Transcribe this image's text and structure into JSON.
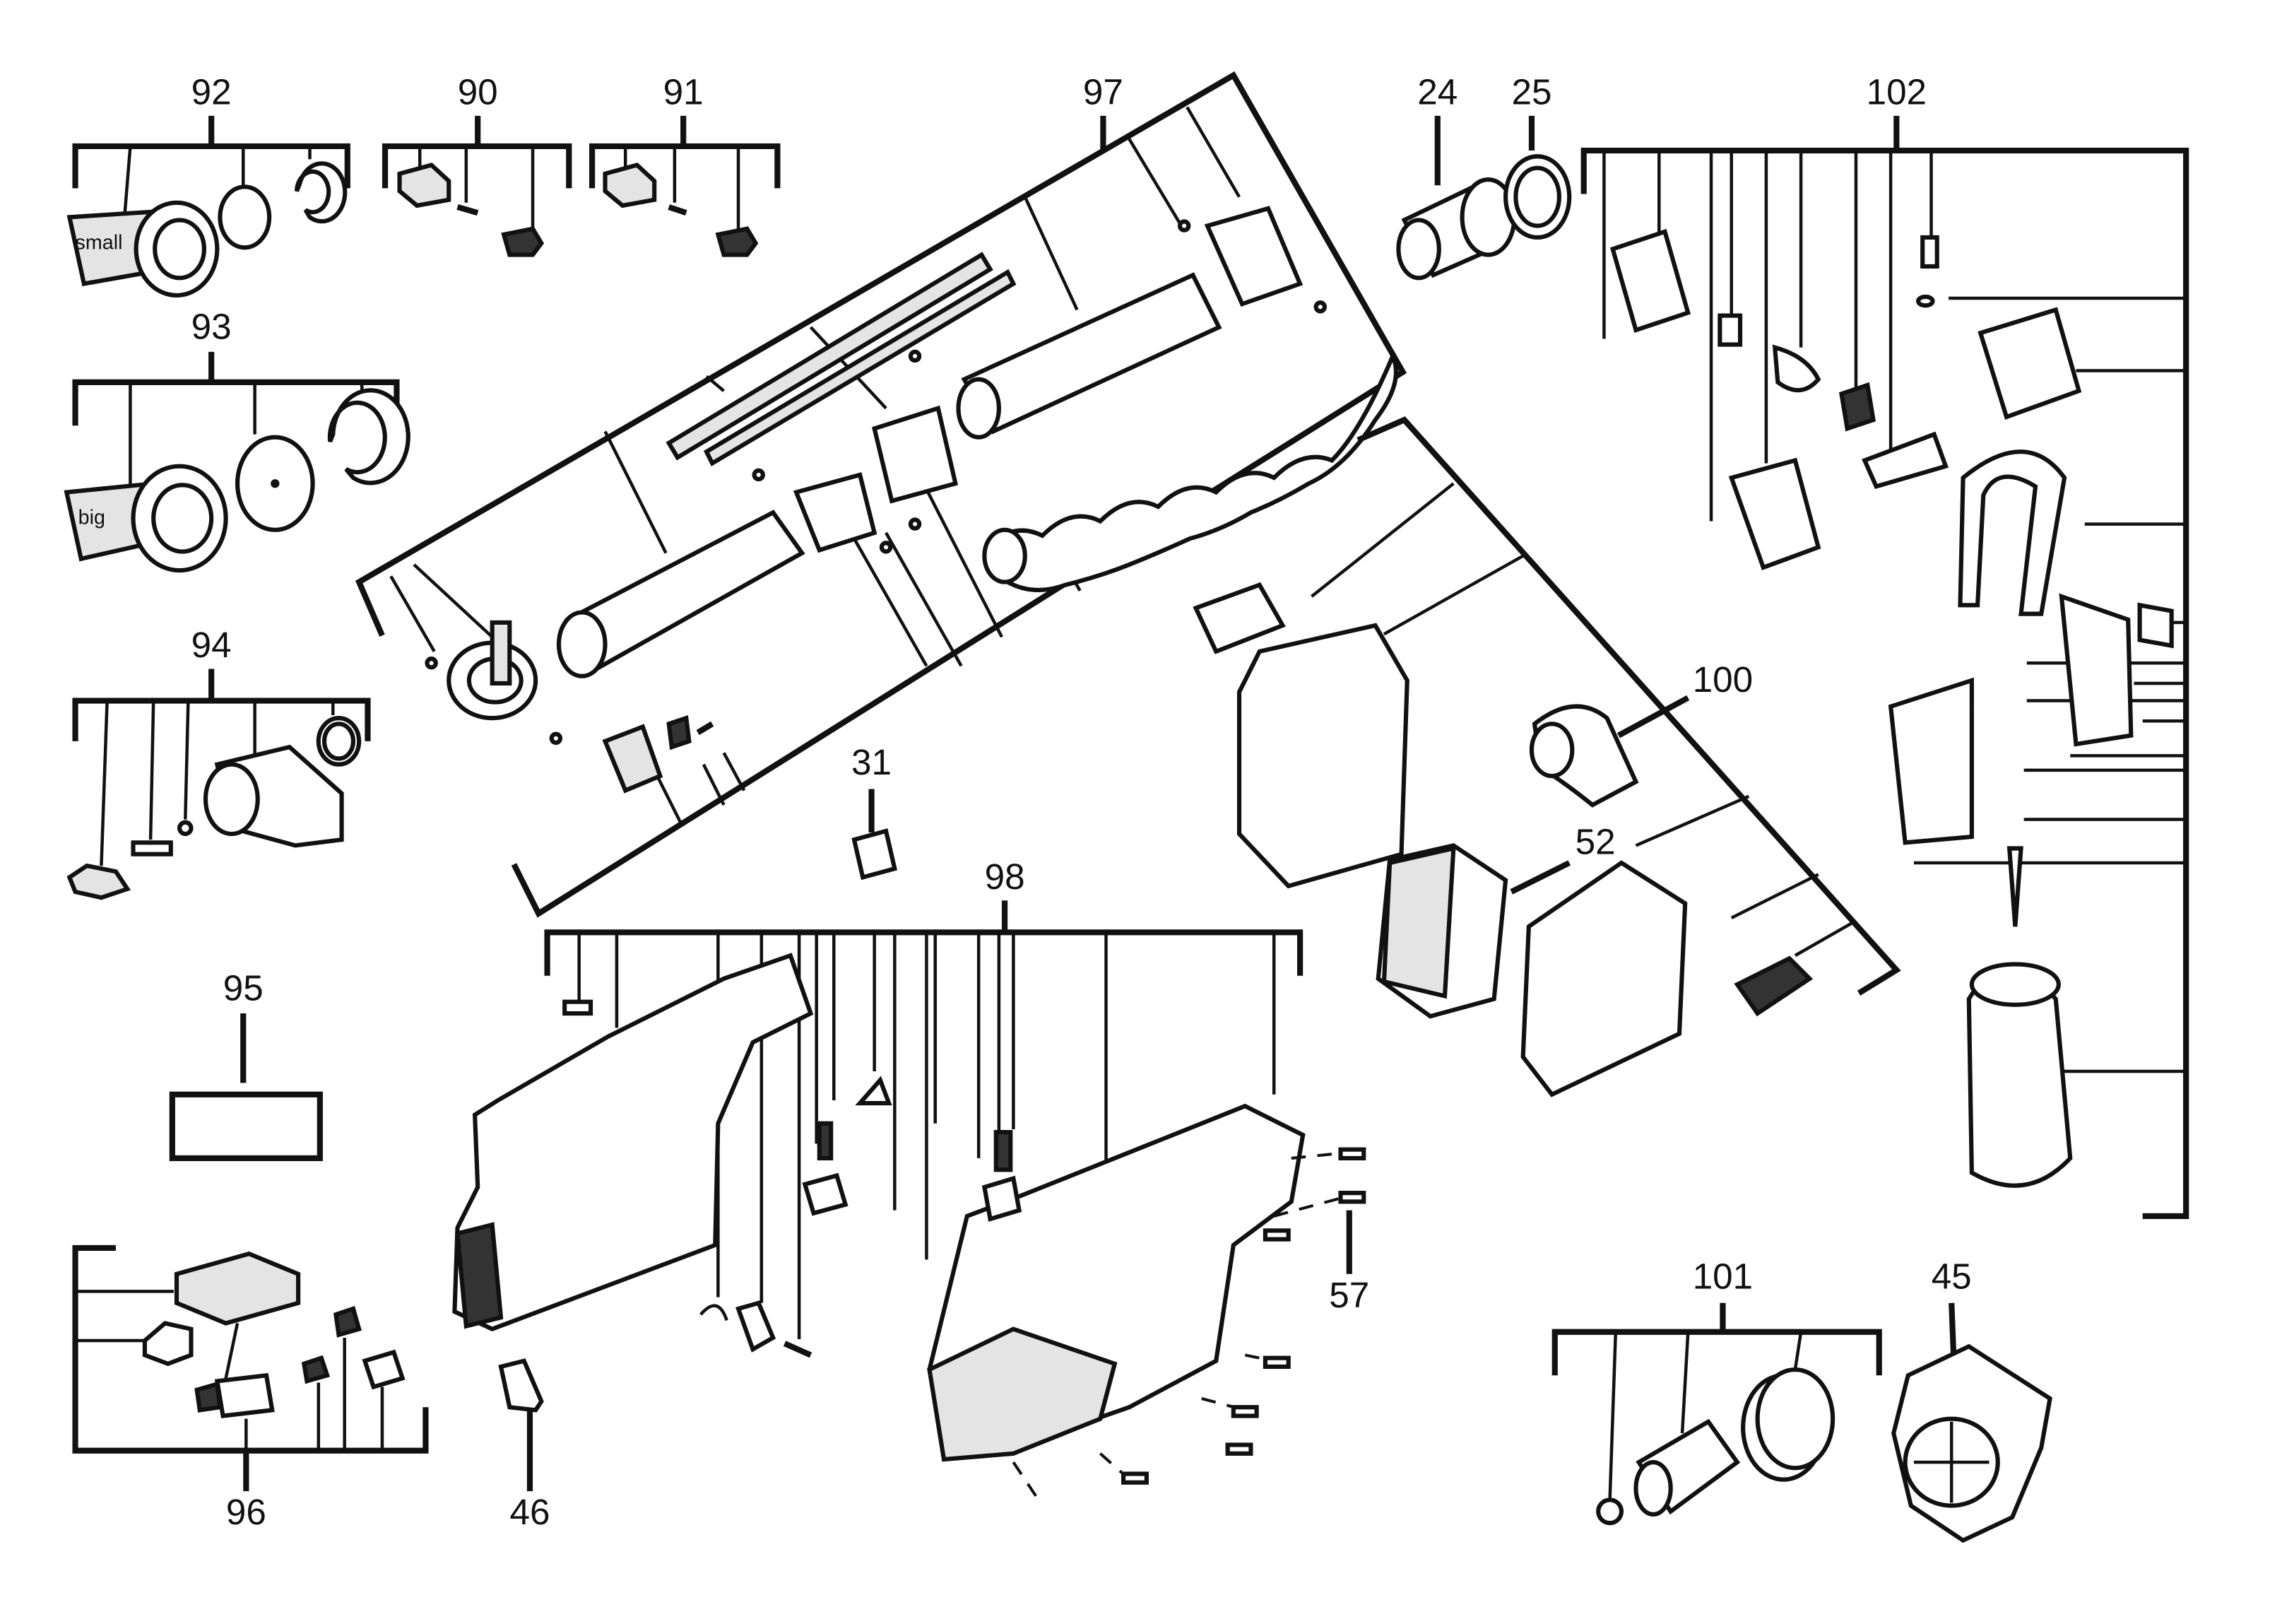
{
  "diagram": {
    "callouts": [
      {
        "id": "92",
        "label": "92"
      },
      {
        "id": "90",
        "label": "90"
      },
      {
        "id": "91",
        "label": "91"
      },
      {
        "id": "97",
        "label": "97"
      },
      {
        "id": "24",
        "label": "24"
      },
      {
        "id": "25",
        "label": "25"
      },
      {
        "id": "102",
        "label": "102"
      },
      {
        "id": "93",
        "label": "93"
      },
      {
        "id": "94",
        "label": "94"
      },
      {
        "id": "100",
        "label": "100"
      },
      {
        "id": "31",
        "label": "31"
      },
      {
        "id": "52",
        "label": "52"
      },
      {
        "id": "98",
        "label": "98"
      },
      {
        "id": "95",
        "label": "95"
      },
      {
        "id": "57",
        "label": "57"
      },
      {
        "id": "101",
        "label": "101"
      },
      {
        "id": "45",
        "label": "45"
      },
      {
        "id": "96",
        "label": "96"
      },
      {
        "id": "46",
        "label": "46"
      }
    ],
    "part_labels": {
      "small": "small",
      "big": "big"
    }
  }
}
